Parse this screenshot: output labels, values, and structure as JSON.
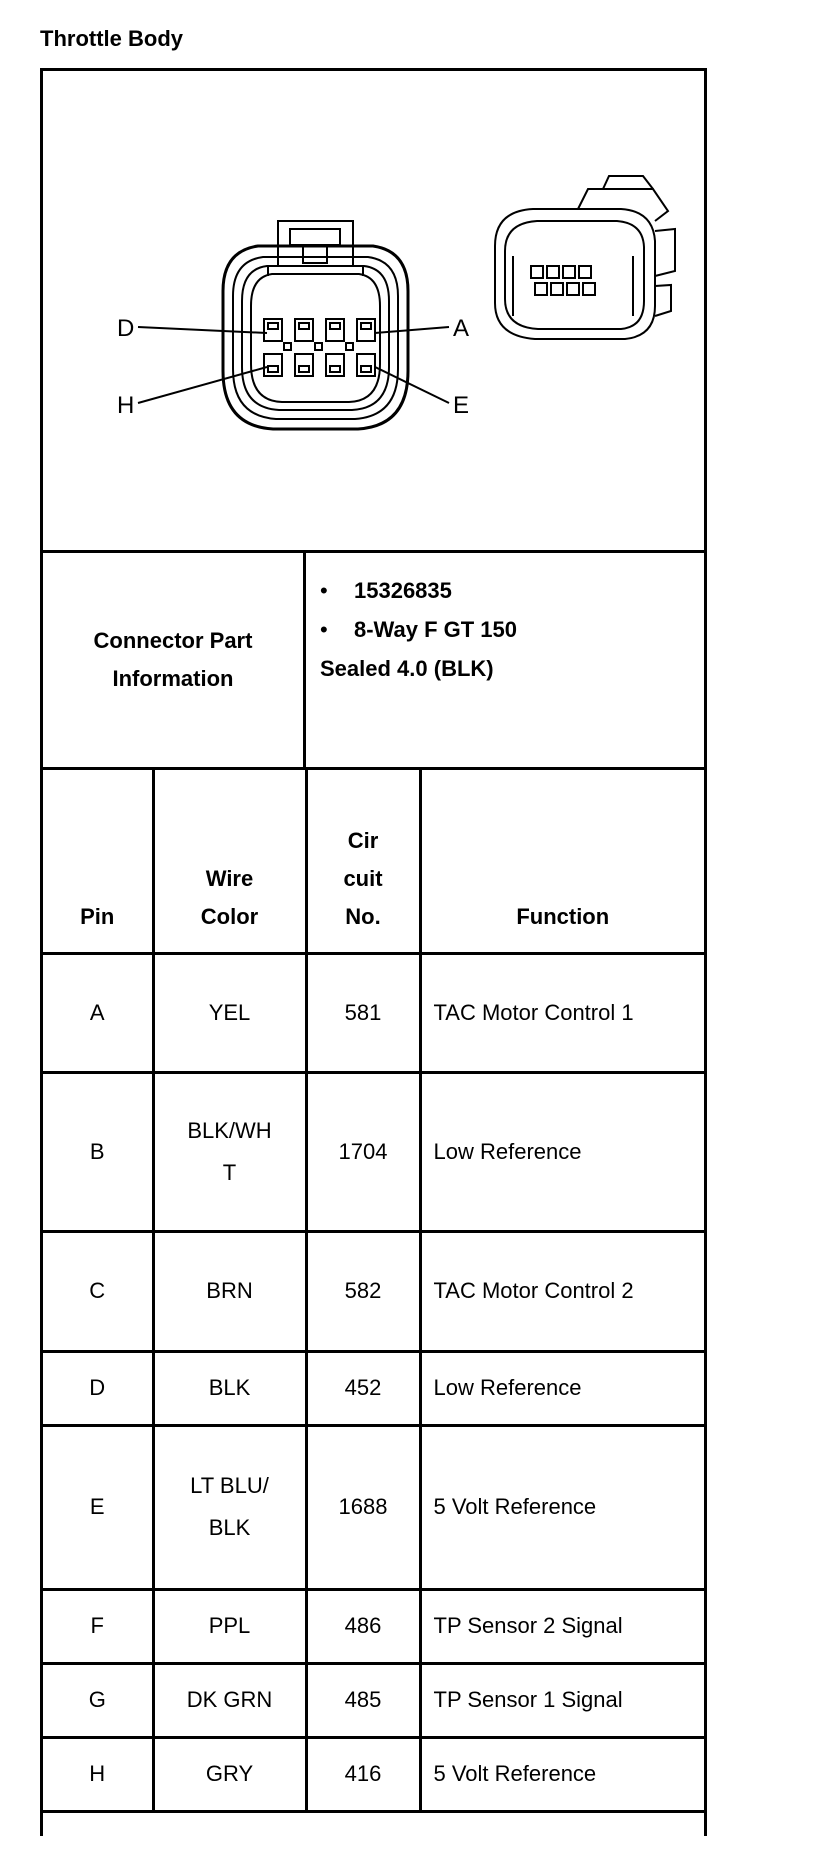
{
  "page_title": "Throttle Body",
  "connector_diagram": {
    "pin_labels": {
      "top_left": "D",
      "top_right": "A",
      "bottom_left": "H",
      "bottom_right": "E"
    }
  },
  "connector_info": {
    "label": "Connector Part\nInformation",
    "items": [
      "15326835",
      "8-Way F GT 150"
    ],
    "description": "Sealed 4.0 (BLK)"
  },
  "table": {
    "headers": {
      "pin": "Pin",
      "wire_color": "Wire\nColor",
      "circuit": "Cir\ncuit\nNo.",
      "function": "Function"
    },
    "rows": [
      {
        "pin": "A",
        "wire_color": "YEL",
        "circuit": "581",
        "function": "TAC Motor Control 1"
      },
      {
        "pin": "B",
        "wire_color": "BLK/WHT",
        "circuit": "1704",
        "function": "Low Reference"
      },
      {
        "pin": "C",
        "wire_color": "BRN",
        "circuit": "582",
        "function": "TAC Motor Control 2"
      },
      {
        "pin": "D",
        "wire_color": "BLK",
        "circuit": "452",
        "function": "Low Reference"
      },
      {
        "pin": "E",
        "wire_color": "LT BLU/BLK",
        "circuit": "1688",
        "function": "5 Volt Reference"
      },
      {
        "pin": "F",
        "wire_color": "PPL",
        "circuit": "486",
        "function": "TP Sensor 2 Signal"
      },
      {
        "pin": "G",
        "wire_color": "DK GRN",
        "circuit": "485",
        "function": "TP Sensor 1 Signal"
      },
      {
        "pin": "H",
        "wire_color": "GRY",
        "circuit": "416",
        "function": "5 Volt Reference"
      }
    ]
  }
}
